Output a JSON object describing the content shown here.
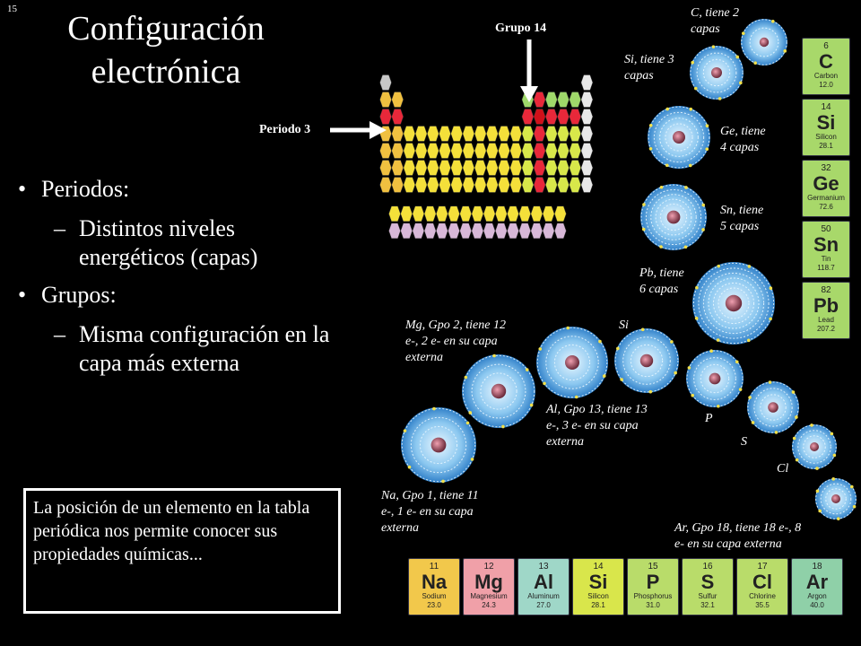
{
  "slide_number": "15",
  "title_line1": "Configuración",
  "title_line2": "electrónica",
  "bullets": {
    "periodos": "Periodos:",
    "periodos_sub": "Distintos niveles energéticos (capas)",
    "grupos": "Grupos:",
    "grupos_sub": "Misma configuración en la capa más externa"
  },
  "callout": "La posición de un elemento en la tabla periódica nos permite conocer sus propiedades químicas...",
  "arrows": {
    "grupo": "Grupo 14",
    "periodo": "Periodo 3"
  },
  "group14_labels": {
    "c": [
      "C, tiene 2",
      "capas"
    ],
    "si": [
      "Si, tiene 3",
      "capas"
    ],
    "ge": [
      "Ge, tiene",
      "4 capas"
    ],
    "sn": [
      "Sn, tiene",
      "5 capas"
    ],
    "pb": [
      "Pb, tiene",
      "6 capas"
    ]
  },
  "period3_labels": {
    "mg": [
      "Mg, Gpo 2, tiene 12",
      "e-, 2 e- en su capa",
      "externa"
    ],
    "si": "Si",
    "al": [
      "Al, Gpo 13, tiene 13",
      "e-, 3 e- en su capa",
      "externa"
    ],
    "p": "P",
    "s": "S",
    "cl": "Cl",
    "na": [
      "Na, Gpo 1, tiene 11",
      "e-, 1 e- en su capa",
      "externa"
    ],
    "ar": [
      "Ar, Gpo 18, tiene 18 e-, 8",
      "e- en su capa externa"
    ]
  },
  "group14_cards": [
    {
      "num": "6",
      "sym": "C",
      "name": "Carbon",
      "mass": "12.0"
    },
    {
      "num": "14",
      "sym": "Si",
      "name": "Silicon",
      "mass": "28.1"
    },
    {
      "num": "32",
      "sym": "Ge",
      "name": "Germanium",
      "mass": "72.6"
    },
    {
      "num": "50",
      "sym": "Sn",
      "name": "Tin",
      "mass": "118.7"
    },
    {
      "num": "82",
      "sym": "Pb",
      "name": "Lead",
      "mass": "207.2"
    }
  ],
  "period3_cards": [
    {
      "num": "11",
      "sym": "Na",
      "name": "Sodium",
      "mass": "23.0",
      "color": "#f2c84b"
    },
    {
      "num": "12",
      "sym": "Mg",
      "name": "Magnesium",
      "mass": "24.3",
      "color": "#f0a0a8"
    },
    {
      "num": "13",
      "sym": "Al",
      "name": "Aluminum",
      "mass": "27.0",
      "color": "#9fd7c8"
    },
    {
      "num": "14",
      "sym": "Si",
      "name": "Silicon",
      "mass": "28.1",
      "color": "#d9e64b"
    },
    {
      "num": "15",
      "sym": "P",
      "name": "Phosphorus",
      "mass": "31.0",
      "color": "#b9dc6a"
    },
    {
      "num": "16",
      "sym": "S",
      "name": "Sulfur",
      "mass": "32.1",
      "color": "#b9dc6a"
    },
    {
      "num": "17",
      "sym": "Cl",
      "name": "Chlorine",
      "mass": "35.5",
      "color": "#b9dc6a"
    },
    {
      "num": "18",
      "sym": "Ar",
      "name": "Argon",
      "mass": "40.0",
      "color": "#8fd0a8"
    }
  ],
  "colors": {
    "card_green": "#a8d86a",
    "atom_blue": "#6fb6e6",
    "nucleus": "#b05a6a",
    "electron": "#f2e04b"
  }
}
